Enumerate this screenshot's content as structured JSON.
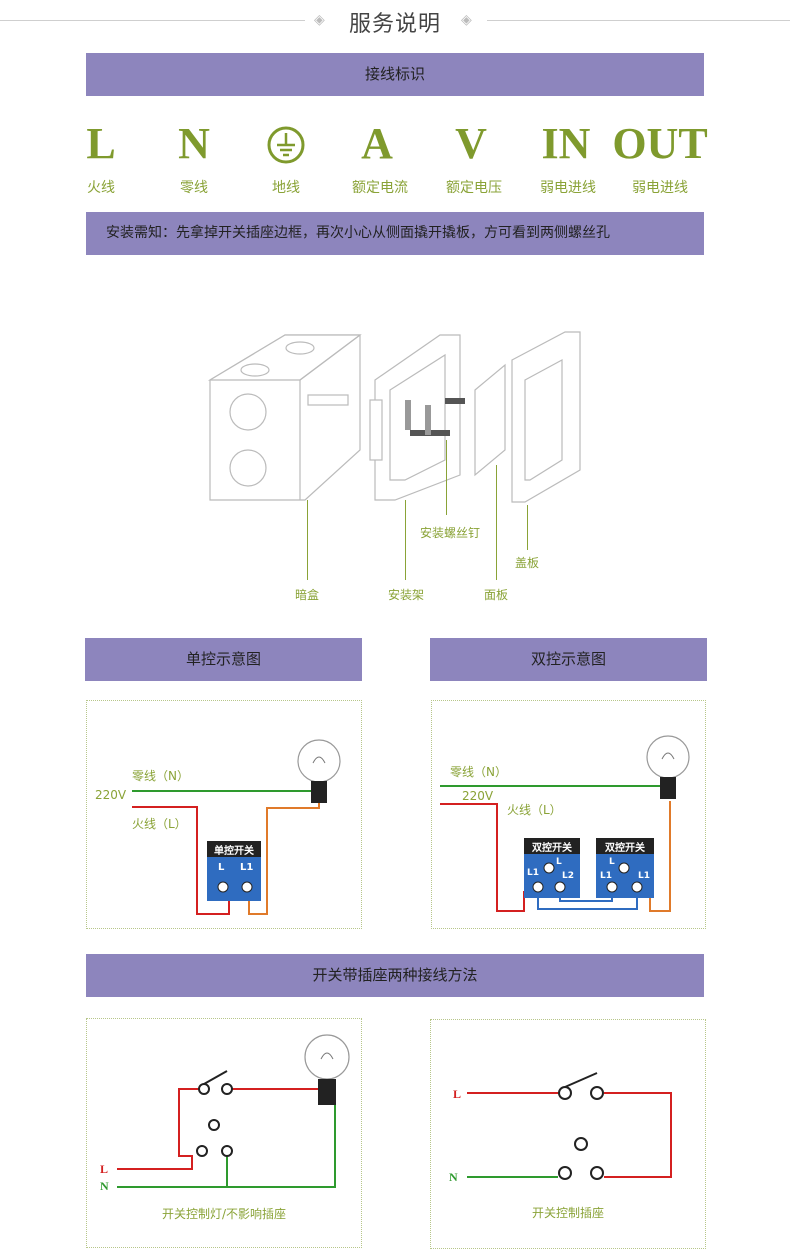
{
  "header": {
    "title": "服务说明"
  },
  "wiring_id": {
    "title": "接线标识",
    "symbols": [
      {
        "symbol": "L",
        "label": "火线"
      },
      {
        "symbol": "N",
        "label": "零线"
      },
      {
        "symbol": "",
        "label": "地线",
        "icon": "ground-icon"
      },
      {
        "symbol": "A",
        "label": "额定电流"
      },
      {
        "symbol": "V",
        "label": "额定电压"
      },
      {
        "symbol": "IN",
        "label": "弱电进线"
      },
      {
        "symbol": "OUT",
        "label": "弱电进线"
      }
    ]
  },
  "install_note": "安装需知：先拿掉开关插座边框，再次小心从侧面撬开撬板，方可看到两侧螺丝孔",
  "exploded": {
    "labels": {
      "box": "暗盒",
      "frame": "安装架",
      "screw": "安装螺丝钉",
      "panel": "面板",
      "cover": "盖板"
    }
  },
  "single": {
    "title": "单控示意图",
    "neutral": "零线（N）",
    "voltage": "220V",
    "live": "火线（L）",
    "switch_title": "单控开关",
    "term_l": "L",
    "term_l1": "L1"
  },
  "double": {
    "title": "双控示意图",
    "neutral": "零线（N）",
    "voltage": "220V",
    "live": "火线（L）",
    "switch_title": "双控开关",
    "term_l": "L",
    "term_l1": "L1",
    "term_l2": "L2"
  },
  "socket": {
    "title": "开关带插座两种接线方法",
    "left_caption": "开关控制灯/不影响插座",
    "right_caption": "开关控制插座",
    "l": "L",
    "n": "N"
  },
  "colors": {
    "accent": "#8d85bd",
    "green": "#8aa337",
    "live": "#d42020",
    "neutral": "#2e9a2e",
    "switch_blue": "#2f6cc0",
    "orange": "#e07a2a"
  }
}
